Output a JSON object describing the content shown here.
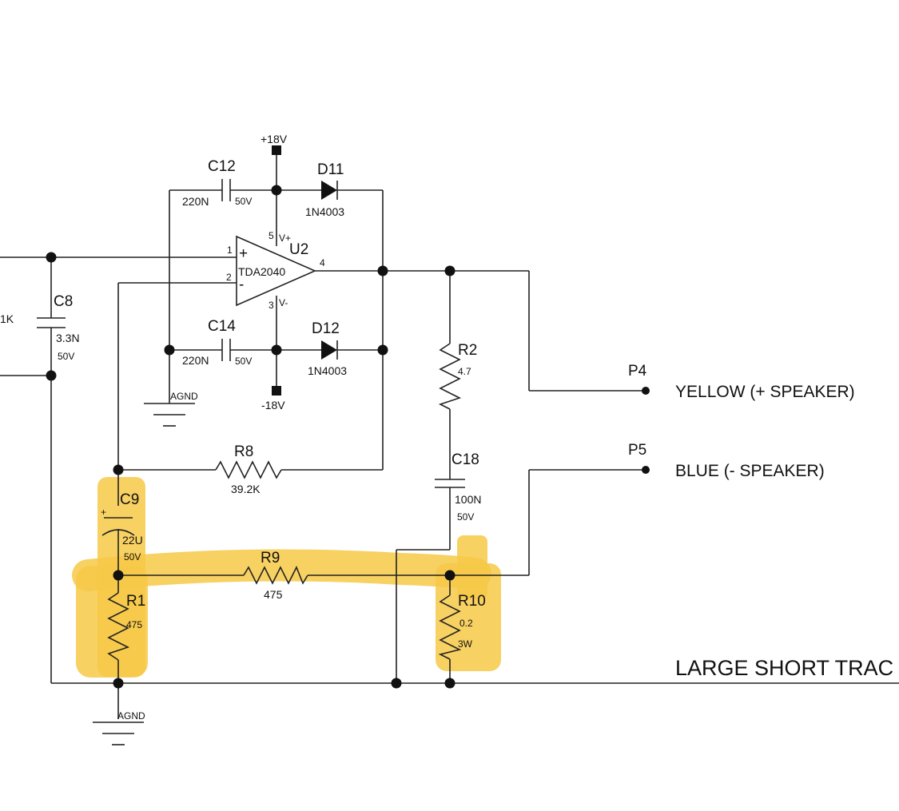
{
  "components": {
    "U2": {
      "ref": "U2",
      "part": "TDA2040",
      "pin_plus_in": "1",
      "pin_minus_in": "2",
      "pin_out": "4",
      "pin_vplus": "5",
      "pin_vminus": "3",
      "sym_plus": "+",
      "sym_minus": "-",
      "label_vplus": "V+",
      "label_vminus": "V-"
    },
    "C12": {
      "ref": "C12",
      "value": "220N",
      "rating": "50V"
    },
    "C14": {
      "ref": "C14",
      "value": "220N",
      "rating": "50V"
    },
    "D11": {
      "ref": "D11",
      "part": "1N4003"
    },
    "D12": {
      "ref": "D12",
      "part": "1N4003"
    },
    "C8": {
      "ref": "C8",
      "value": "3.3N",
      "rating": "50V"
    },
    "R2": {
      "ref": "R2",
      "value": "4.7"
    },
    "C18": {
      "ref": "C18",
      "value": "100N",
      "rating": "50V"
    },
    "R8": {
      "ref": "R8",
      "value": "39.2K"
    },
    "C9": {
      "ref": "C9",
      "value": "22U",
      "rating": "50V",
      "polarity": "+"
    },
    "R9": {
      "ref": "R9",
      "value": "475"
    },
    "R1": {
      "ref": "R1",
      "value": "475"
    },
    "R10": {
      "ref": "R10",
      "value": "0.2",
      "power": "3W"
    },
    "left_partial_value": "1K"
  },
  "rails": {
    "positive": "+18V",
    "negative": "-18V"
  },
  "grounds": {
    "upper": "AGND",
    "lower": "AGND"
  },
  "ports": {
    "P4": {
      "ref": "P4",
      "label": "YELLOW (+ SPEAKER)"
    },
    "P5": {
      "ref": "P5",
      "label": "BLUE (- SPEAKER)"
    }
  },
  "annotation": "LARGE SHORT TRAC",
  "colors": {
    "wire": "#222222",
    "highlight": "#f7c948",
    "background": "#ffffff"
  }
}
